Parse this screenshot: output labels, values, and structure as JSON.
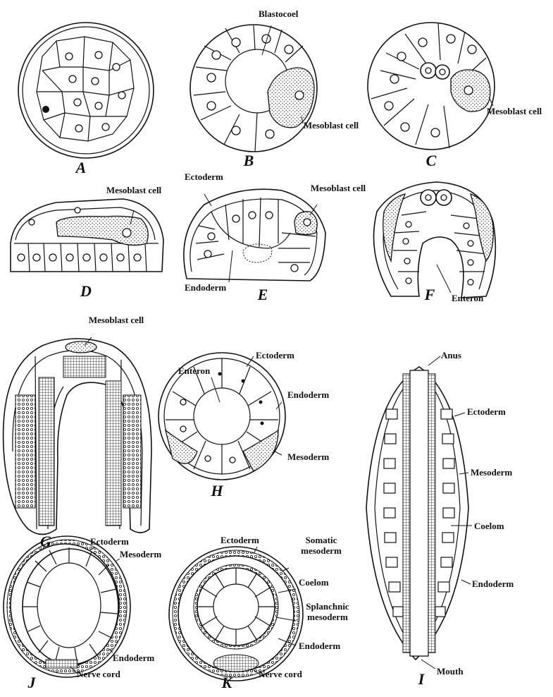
{
  "figures": [
    {
      "letter": "A"
    },
    {
      "letter": "B",
      "labels": [
        "Blastocoel",
        "Mesoblast cell"
      ]
    },
    {
      "letter": "C",
      "labels": [
        "Mesoblast cell"
      ]
    },
    {
      "letter": "D",
      "labels": [
        "Mesoblast cell"
      ]
    },
    {
      "letter": "E",
      "labels": [
        "Ectoderm",
        "Mesoblast cell",
        "Endoderm"
      ]
    },
    {
      "letter": "F",
      "labels": [
        "Enteron"
      ]
    },
    {
      "letter": "G",
      "labels": [
        "Mesoblast cell"
      ]
    },
    {
      "letter": "H",
      "labels": [
        "Enteron",
        "Ectoderm",
        "Endoderm",
        "Mesoderm"
      ]
    },
    {
      "letter": "I",
      "labels": [
        "Anus",
        "Ectoderm",
        "Mesoderm",
        "Coelom",
        "Endoderm",
        "Mouth"
      ]
    },
    {
      "letter": "J",
      "labels": [
        "Ectoderm",
        "Mesoderm",
        "Endoderm",
        "Nerve cord"
      ]
    },
    {
      "letter": "K",
      "labels": [
        "Ectoderm",
        "Somatic mesoderm",
        "Coelom",
        "Splanchnic mesoderm",
        "Endoderm",
        "Nerve cord"
      ]
    }
  ]
}
